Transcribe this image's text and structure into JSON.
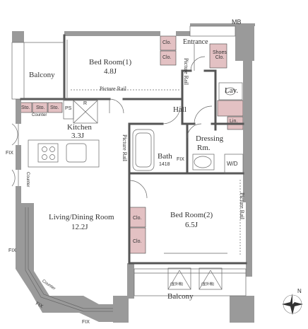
{
  "plan": {
    "mb": "MB",
    "entrance": "Entrance",
    "shoes_clo": "Shoes\nClo.",
    "bed1_name": "Bed Room(1)",
    "bed1_size": "4.8J",
    "clo_a": "Clo.",
    "clo_b": "Clo.",
    "balcony_top": "Balcony",
    "picture_rail_top": "Picture Rail",
    "picture_rail_entrance": "Picture Rail",
    "lav": "Lav.",
    "hall": "Hall",
    "ps": "PS",
    "r": "R",
    "sto1": "Sto.",
    "sto2": "Sto.",
    "sto3": "Sto.",
    "counter_kitchen": "Counter",
    "kitchen_name": "Kitchen",
    "kitchen_size": "3.3J",
    "lin": "Lin.",
    "dressing_name": "Dressing",
    "dressing_rm": "Rm.",
    "picture_rail_bath": "Picture Rail",
    "bath_name": "Bath",
    "bath_size": "1418",
    "fix_bath": "FIX",
    "wd": "W/D",
    "fix_left": "FIX",
    "counter_left": "Counter",
    "living_name": "Living/Dining Room",
    "living_size": "12.2J",
    "bed2_name": "Bed Room(2)",
    "bed2_size": "6.5J",
    "clo_c": "Clo.",
    "clo_d": "Clo.",
    "picture_rail_bed2": "Picture Rail",
    "fix_left2": "FIX",
    "counter_curve": "Counter",
    "fix_bottom1": "FIX",
    "fix_bottom2": "FIX",
    "balcony_bottom": "Balcony",
    "outdoor1": "(室外機)",
    "outdoor2": "(室外機)",
    "compass": "N"
  }
}
